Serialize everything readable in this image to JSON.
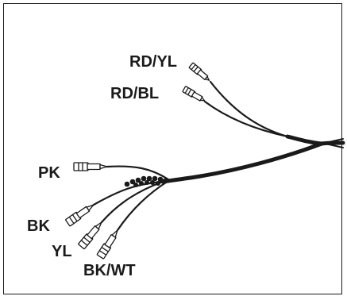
{
  "labels": {
    "rd_yl": "RD/YL",
    "rd_bl": "RD/BL",
    "pk": "PK",
    "bk": "BK",
    "yl": "YL",
    "bk_wt": "BK/WT"
  },
  "colors": {
    "ink": "#1a1a1a",
    "frame": "#1a1a1a",
    "background": "#ffffff"
  }
}
